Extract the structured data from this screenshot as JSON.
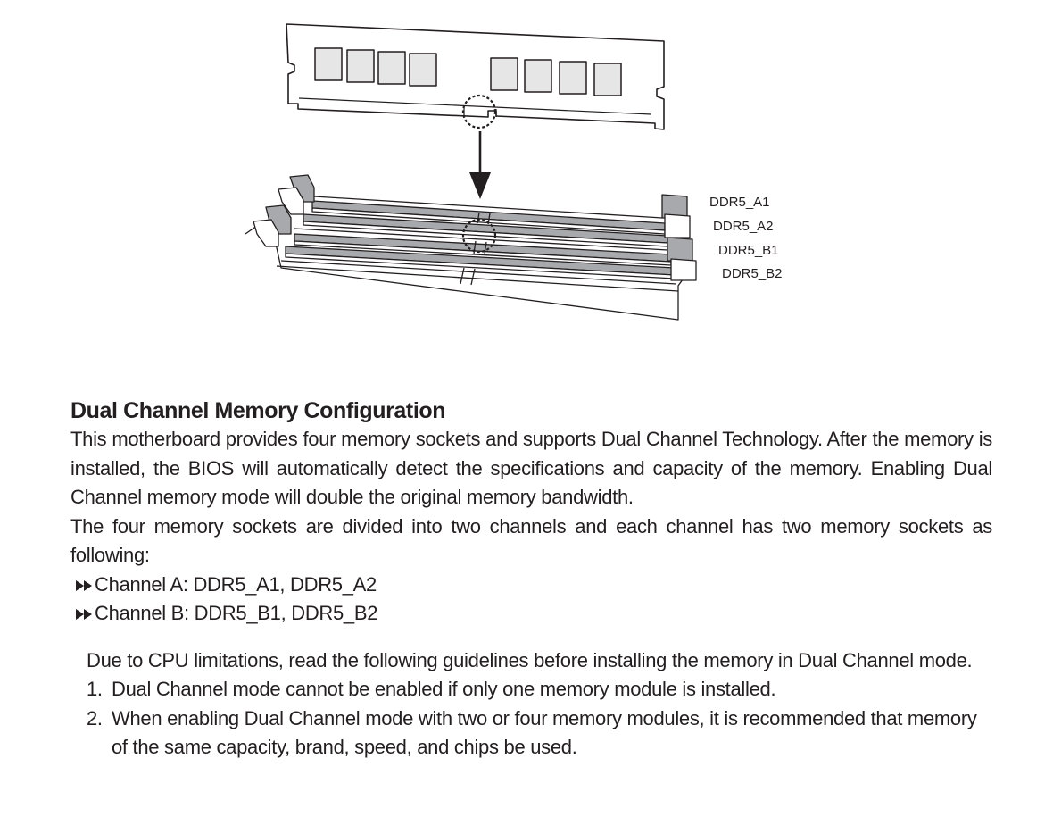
{
  "diagram": {
    "slot_labels": [
      "DDR5_A1",
      "DDR5_A2",
      "DDR5_B1",
      "DDR5_B2"
    ],
    "icons": [
      "memory-module-icon",
      "insert-arrow-icon",
      "notch-highlight-icon",
      "memory-slots-icon"
    ]
  },
  "section": {
    "title": "Dual Channel Memory Configuration",
    "intro": "This motherboard provides four memory sockets and supports Dual Channel Technology. After the memory is installed, the BIOS will automatically detect the specifications and capacity of the memory. Enabling Dual Channel memory mode will double the original memory bandwidth.",
    "sockets_text": "The four memory sockets are divided into two channels and each channel has two memory sockets as following:",
    "channels": [
      "Channel A: DDR5_A1, DDR5_A2",
      "Channel B: DDR5_B1, DDR5_B2"
    ],
    "bullet_icon": "double-triangle-bullet-icon"
  },
  "guidelines": {
    "intro": "Due to CPU limitations, read the following guidelines before installing the memory in Dual Channel mode.",
    "items": [
      {
        "num": "1.",
        "text": "Dual Channel mode cannot be enabled if only one memory module is installed."
      },
      {
        "num": "2.",
        "text": "When enabling Dual Channel mode with two or four memory modules, it is recommended that memory of the same capacity, brand, speed, and chips be used."
      }
    ]
  }
}
